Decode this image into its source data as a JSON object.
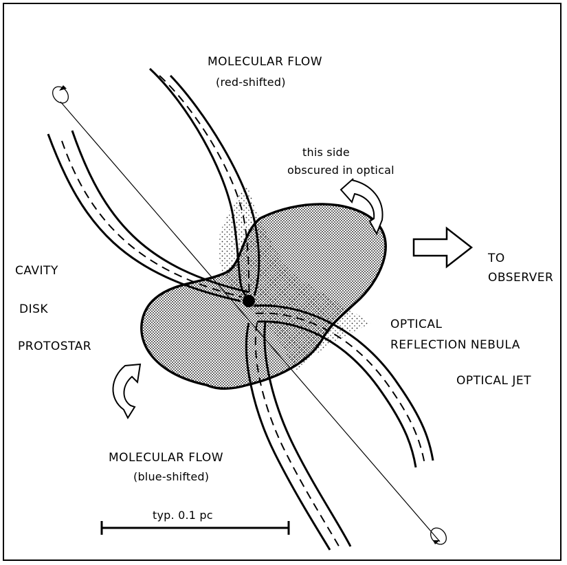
{
  "labels": {
    "molecular_flow_red": "MOLECULAR FLOW",
    "red_shifted": "(red-shifted)",
    "this_side_line1": "this side",
    "this_side_line2": "obscured in optical",
    "to_observer_line1": "TO",
    "to_observer_line2": "OBSERVER",
    "cavity": "CAVITY",
    "disk": "DISK",
    "protostar": "PROTOSTAR",
    "optical_line1": "OPTICAL",
    "optical_line2": "REFLECTION NEBULA",
    "optical_jet": "OPTICAL JET",
    "molecular_flow_blue": "MOLECULAR FLOW",
    "blue_shifted": "(blue-shifted)",
    "scale": "typ. 0.1 pc"
  },
  "colors": {
    "ink": "#000000",
    "paper": "#ffffff"
  }
}
